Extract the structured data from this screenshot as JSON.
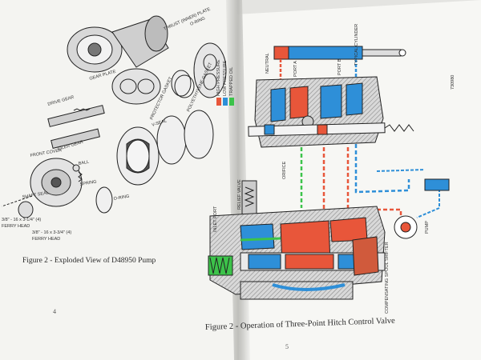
{
  "scene": {
    "description_free": true
  },
  "left_page": {
    "caption": "Figure 2 - Exploded View of D48950 Pump",
    "page_number": "4",
    "labels": [
      {
        "id": "thrust-inner",
        "text": "THRUST (INNER) PLATE"
      },
      {
        "id": "o-ring-top",
        "text": "O-RING"
      },
      {
        "id": "gear-plate",
        "text": "GEAR PLATE"
      },
      {
        "id": "drive-gear",
        "text": "DRIVE GEAR"
      },
      {
        "id": "idler-gear",
        "text": "IDLER GEAR"
      },
      {
        "id": "v-seal",
        "text": "V-SEAL"
      },
      {
        "id": "protector-gasket",
        "text": "PROTECTOR GASKET"
      },
      {
        "id": "polyethylene-gasket",
        "text": "POLYETHYLENE GASKET"
      },
      {
        "id": "front-cover",
        "text": "FRONT COVER"
      },
      {
        "id": "ball",
        "text": "BALL"
      },
      {
        "id": "spring",
        "text": "SPRING"
      },
      {
        "id": "shaft-seal",
        "text": "SHAFT SEAL"
      },
      {
        "id": "o-ring-bottom",
        "text": "O-RING"
      },
      {
        "id": "bolt-1",
        "text": "3/8\" - 16 x 3-1/4\" (4)"
      },
      {
        "id": "bolt-2",
        "text": "FERRY HEAD"
      },
      {
        "id": "bolt-3",
        "text": "3/8\" - 16 x 3-3/4\" (4)"
      },
      {
        "id": "bolt-4",
        "text": "FERRY HEAD"
      }
    ]
  },
  "right_page": {
    "caption": "Figure 2 - Operation of Three-Point Hitch Control Valve",
    "page_number": "5",
    "labels": [
      {
        "id": "cylinder",
        "text": "TYPICAL CYLINDER"
      },
      {
        "id": "neutral",
        "text": "NEUTRAL"
      },
      {
        "id": "port-a",
        "text": "PORT A"
      },
      {
        "id": "port-b",
        "text": "PORT B"
      },
      {
        "id": "relief-valve",
        "text": "RELIEF VALVE"
      },
      {
        "id": "inlet-port",
        "text": "INLET PORT"
      },
      {
        "id": "pump",
        "text": "PUMP"
      },
      {
        "id": "orifice",
        "text": "ORIFICE"
      },
      {
        "id": "compensating",
        "text": "COMPENSATING SPOOL SHIFTER"
      },
      {
        "id": "side-code",
        "text": "730980"
      }
    ],
    "legend": [
      {
        "color": "#e8563a",
        "text": "HIGH PRESSURE"
      },
      {
        "color": "#2e8fd8",
        "text": "LOW PRESSURE"
      },
      {
        "color": "#3cc34a",
        "text": "TRAPPED OIL"
      }
    ]
  }
}
